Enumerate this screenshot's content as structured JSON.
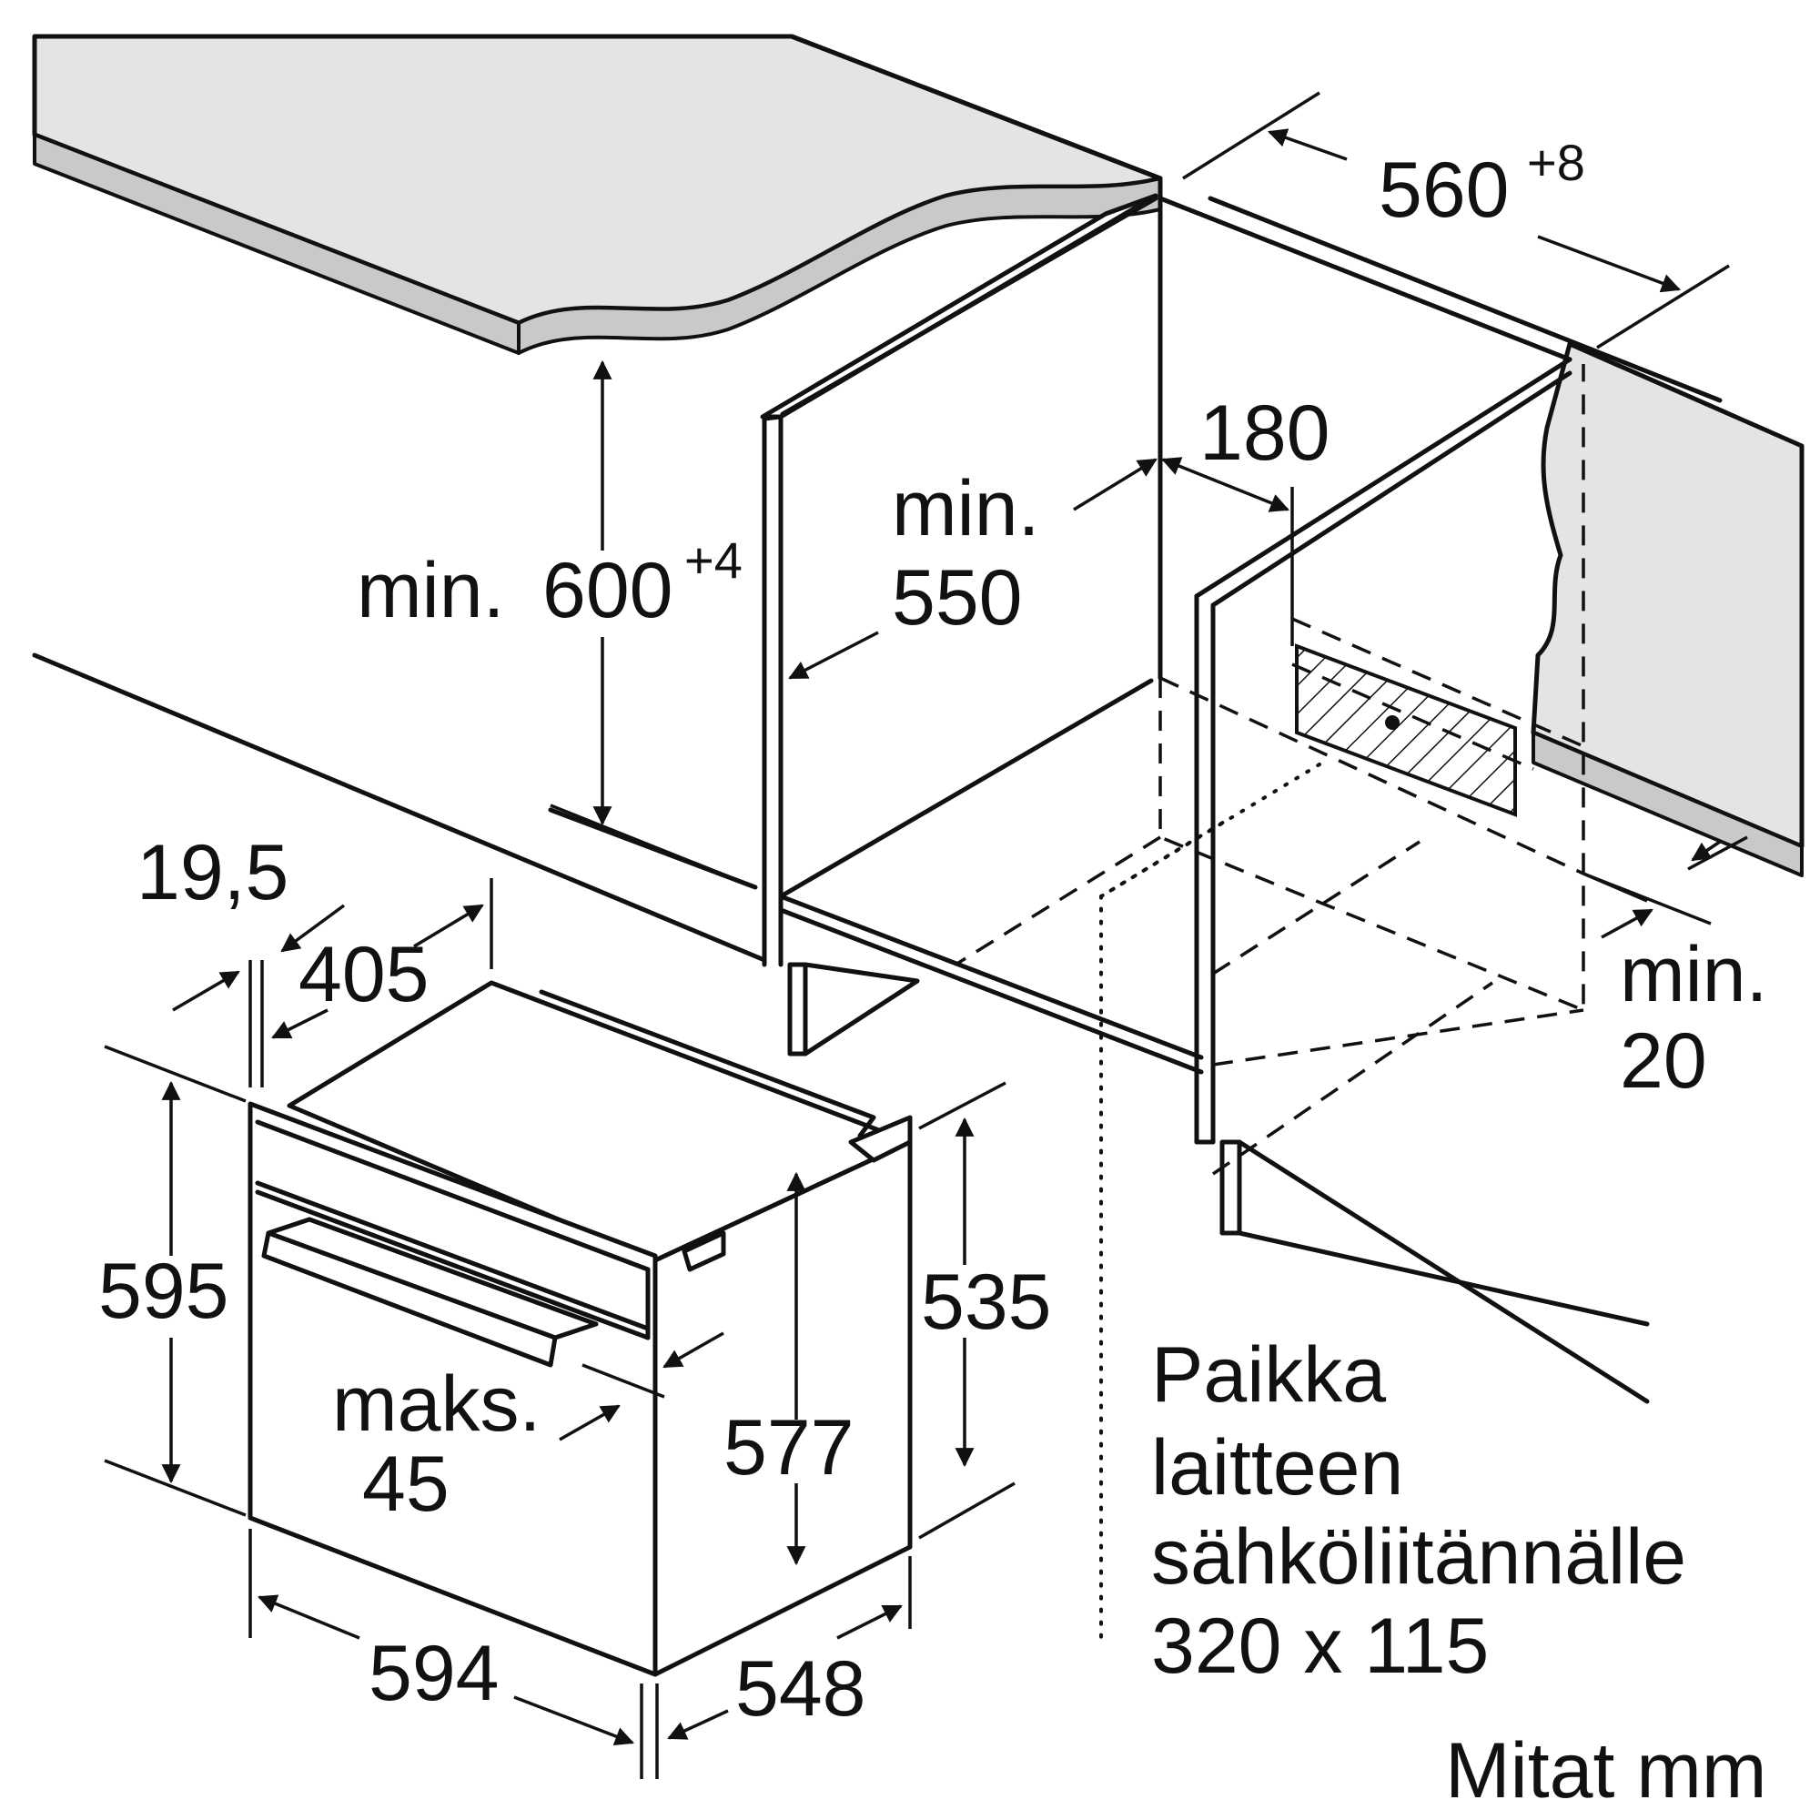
{
  "dimensions": {
    "cabinet_width": {
      "value": "560",
      "sup": "+8"
    },
    "cabinet_height": {
      "prefix": "min.",
      "value": "600",
      "sup": "+4"
    },
    "cabinet_depth": {
      "line1": "min.",
      "line2": "550"
    },
    "gap_180": "180",
    "rear_gap": {
      "line1": "min.",
      "line2": "20"
    },
    "front_offset": "19,5",
    "oven_depth_405": "405",
    "oven_height": "595",
    "oven_body_height": "535",
    "oven_inner_height": "577",
    "handle_projection": {
      "line1": "maks.",
      "line2": "45"
    },
    "oven_width": "594",
    "oven_body_depth": "548"
  },
  "note": {
    "line1": "Paikka",
    "line2": "laitteen",
    "line3": "sähköliitännälle",
    "line4": "320 x 115"
  },
  "units_label": "Mitat mm",
  "colors": {
    "line": "#111111",
    "countertop": "#e4e4e4",
    "edge": "#c9c9c9"
  }
}
